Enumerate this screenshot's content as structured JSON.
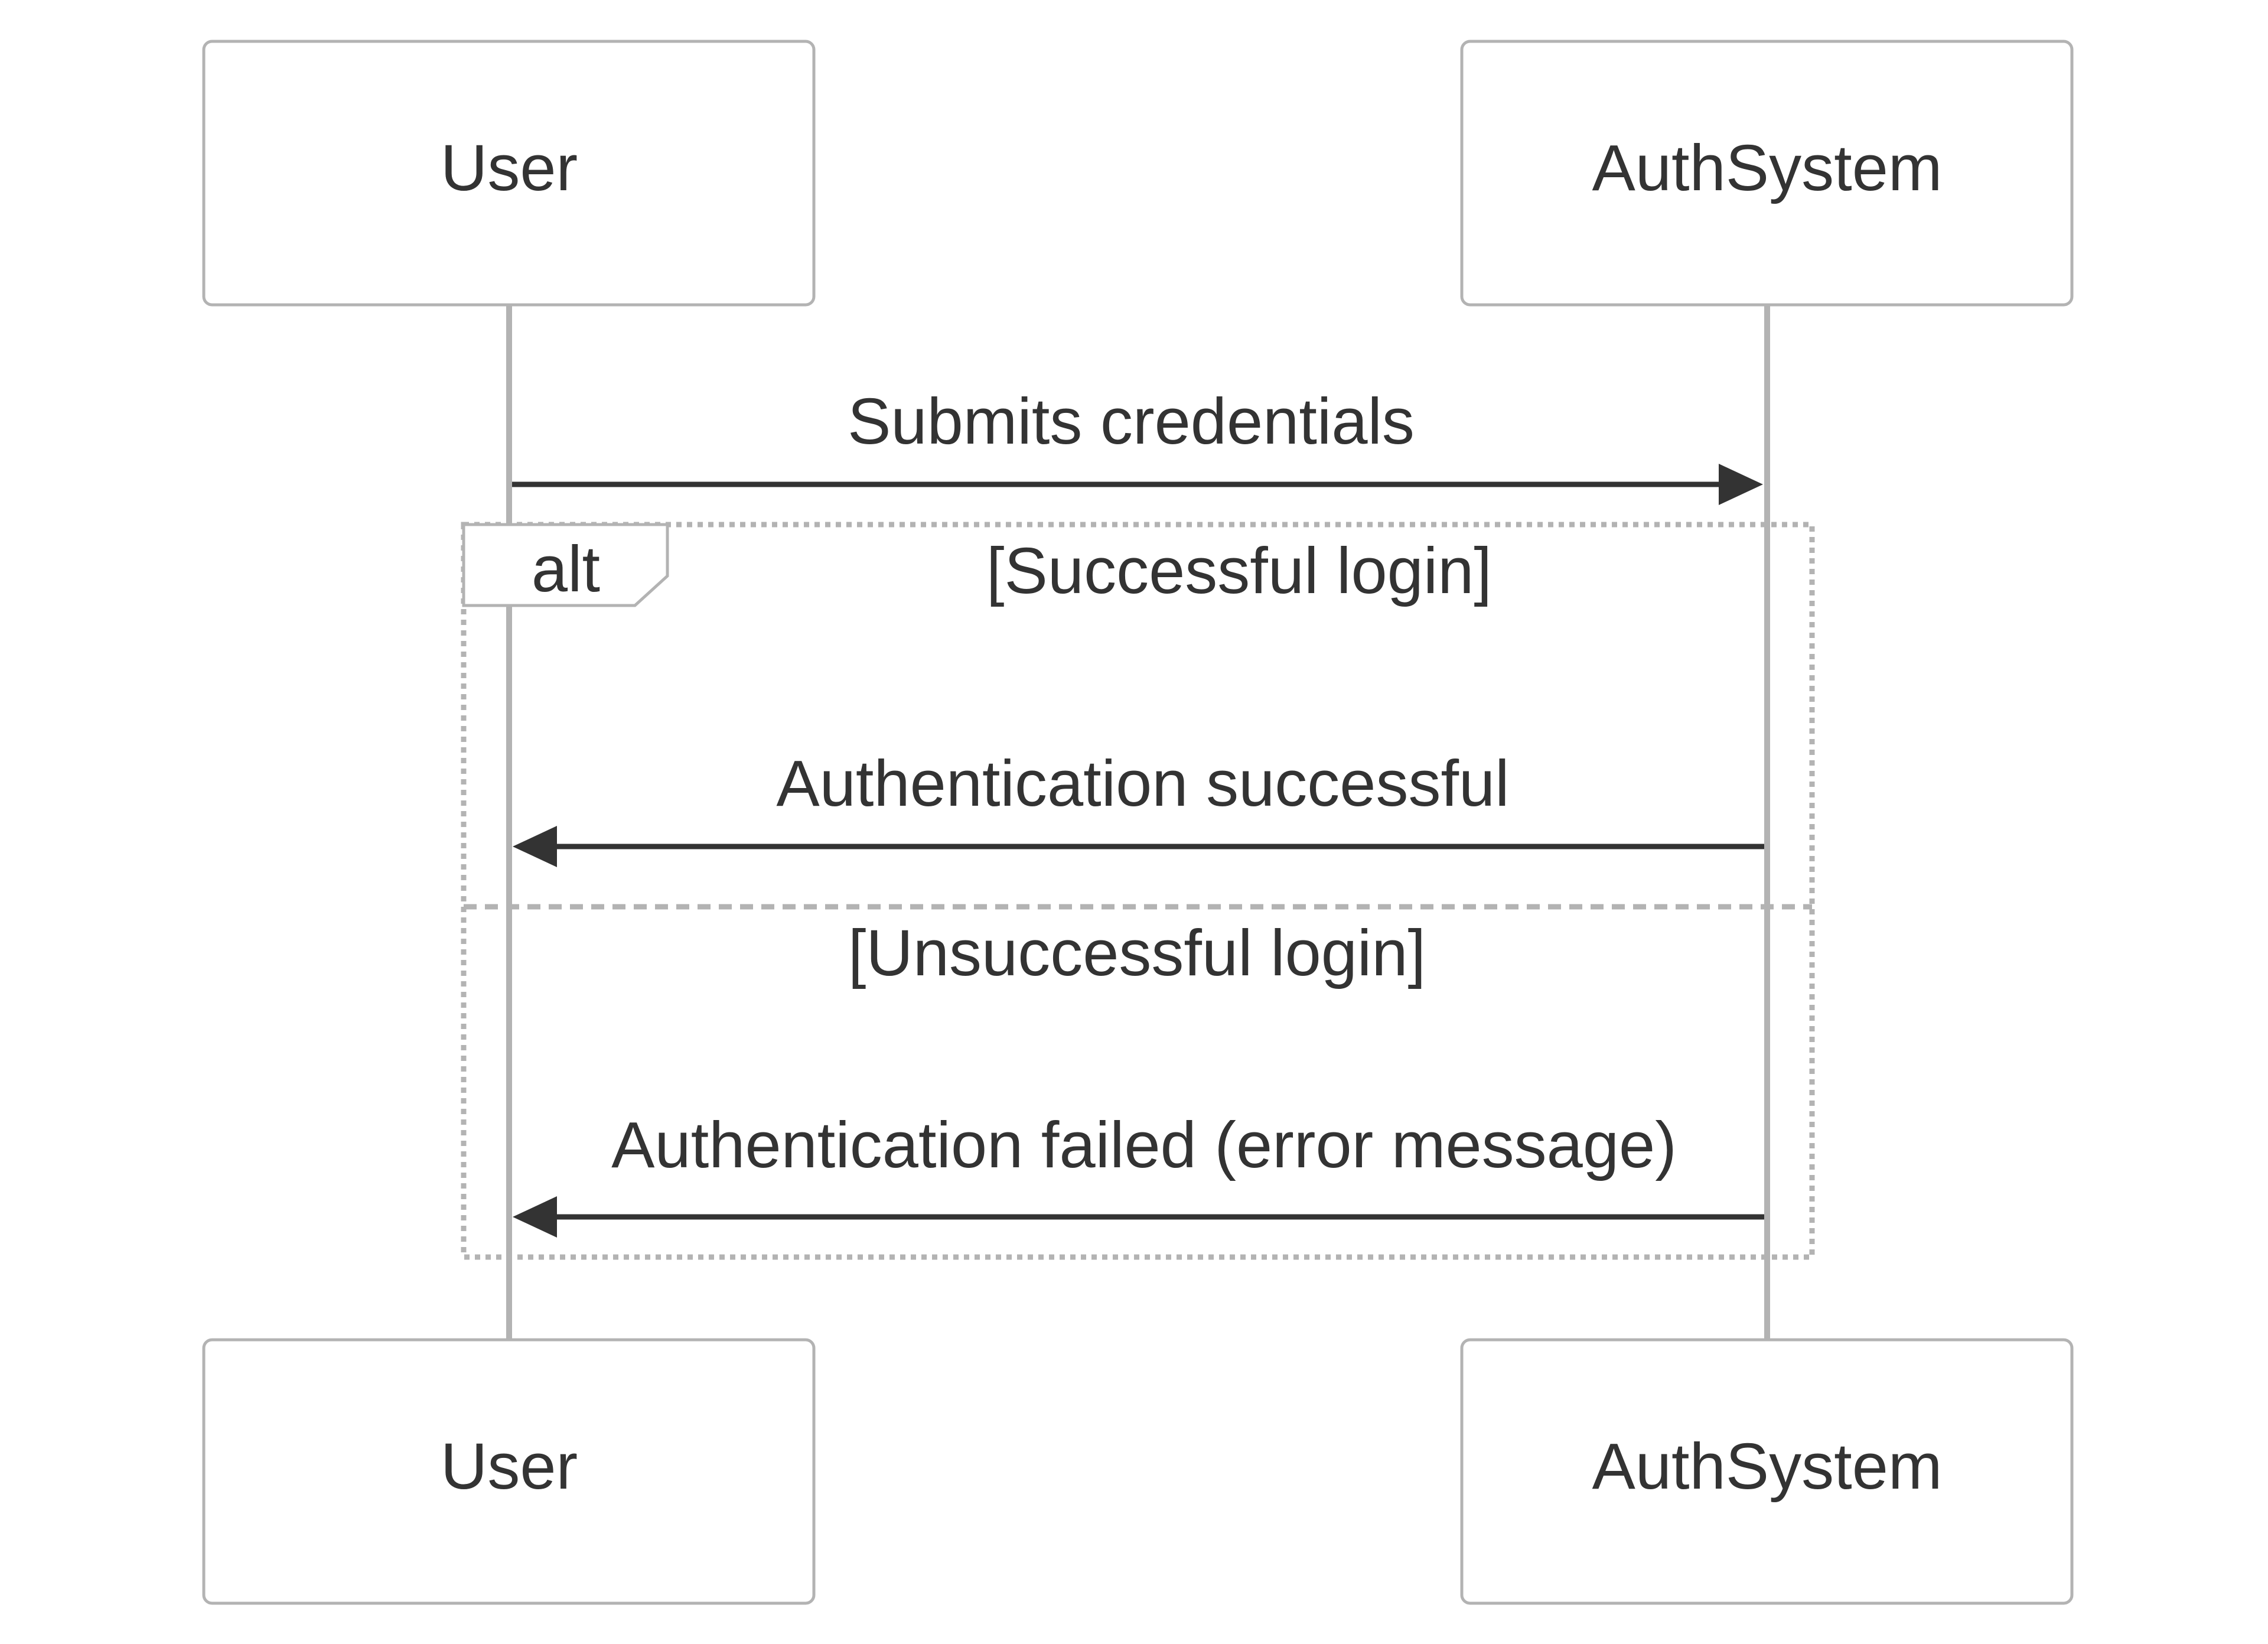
{
  "participants": {
    "user": {
      "label": "User"
    },
    "auth": {
      "label": "AuthSystem"
    }
  },
  "messages": {
    "submit": {
      "label": "Submits credentials",
      "from": "User",
      "to": "AuthSystem"
    },
    "success": {
      "label": "Authentication successful",
      "from": "AuthSystem",
      "to": "User"
    },
    "failure": {
      "label": "Authentication failed (error message)",
      "from": "AuthSystem",
      "to": "User"
    }
  },
  "alt_fragment": {
    "operator": "alt",
    "branches": [
      {
        "condition": "[Successful login]"
      },
      {
        "condition": "[Unsuccessful login]"
      }
    ]
  },
  "colors": {
    "stroke_light": "#b3b3b3",
    "stroke_dark": "#333333",
    "text": "#333333",
    "background": "#ffffff"
  }
}
